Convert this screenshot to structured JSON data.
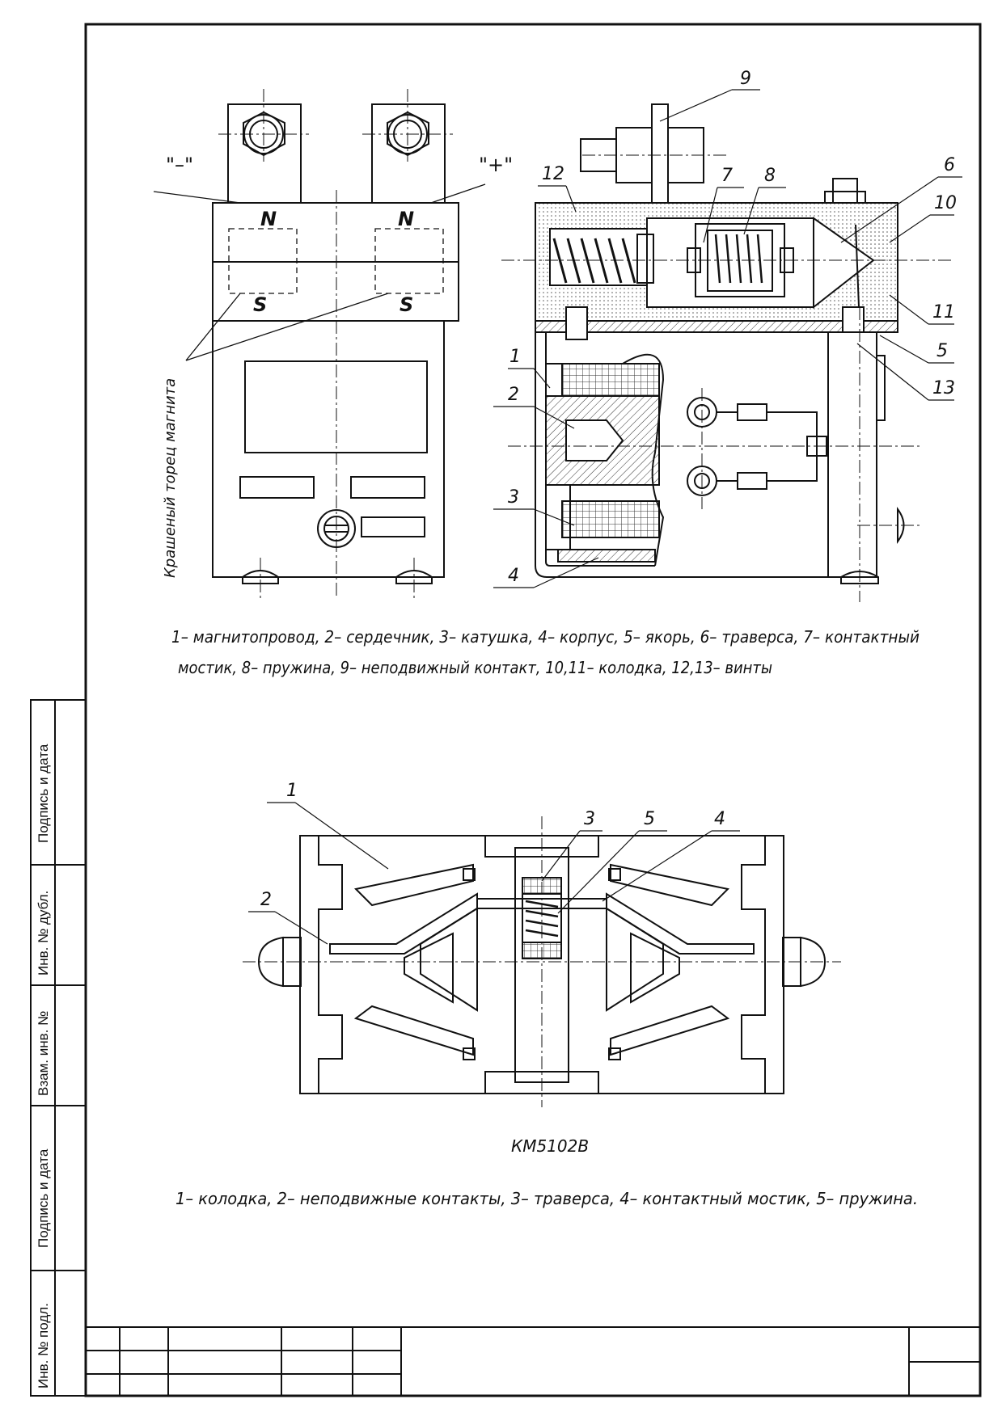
{
  "sheet": {
    "side_stamp": [
      "Подпись и дата",
      "Инв. № дубл.",
      "Взам. инв. №",
      "Подпись и дата",
      "Инв. № подл."
    ]
  },
  "figure_top": {
    "polarity": {
      "minus": "\"–\"",
      "plus": "\"+\""
    },
    "magnet": {
      "n_left": "N",
      "n_right": "N",
      "s_left": "S",
      "s_right": "S",
      "painted_face": "Крашеный торец магнита"
    },
    "callouts": [
      "9",
      "12",
      "7",
      "8",
      "6",
      "10",
      "11",
      "5",
      "13",
      "1",
      "2",
      "3",
      "4"
    ],
    "caption_line1": "1– магнитопровод, 2– сердечник, 3– катушка, 4– корпус, 5– якорь, 6– траверса, 7– контактный",
    "caption_line2": "мостик, 8– пружина, 9– неподвижный контакт, 10,11– колодка, 12,13– винты"
  },
  "figure_bottom": {
    "callouts": [
      "1",
      "2",
      "3",
      "5",
      "4"
    ],
    "model": "КМ5102В",
    "caption": "1– колодка, 2– неподвижные контакты, 3– траверса, 4– контактный мостик, 5– пружина."
  }
}
